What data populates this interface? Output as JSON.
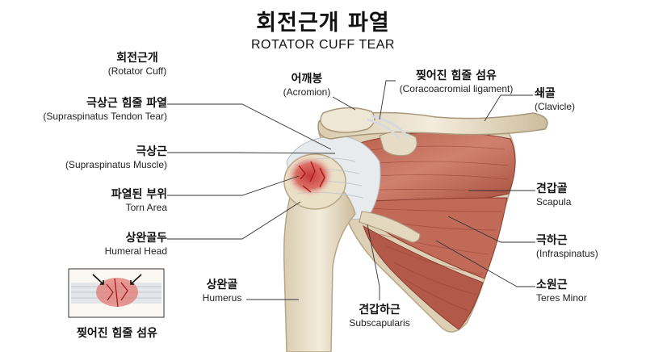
{
  "title": {
    "korean": "회전근개 파열",
    "english": "ROTATOR CUFF TEAR"
  },
  "labels": {
    "rotator_cuff": {
      "korean": "회전근개",
      "english": "(Rotator Cuff)"
    },
    "supraspinatus_tendon_tear": {
      "korean": "극상근 힘줄 파열",
      "english": "(Supraspinatus Tendon Tear)"
    },
    "supraspinatus_muscle": {
      "korean": "극상근",
      "english": "(Supraspinatus Muscle)"
    },
    "torn_area": {
      "korean": "파열된 부위",
      "english": "Torn Area"
    },
    "humeral_head": {
      "korean": "상완골두",
      "english": "Humeral Head"
    },
    "humerus": {
      "korean": "상완골",
      "english": "Humerus"
    },
    "acromion": {
      "korean": "어깨봉",
      "english": "(Acromion)"
    },
    "coracoacromial_ligament": {
      "korean": "찢어진 힘줄 섬유",
      "english": "(Coracoacromial ligament)"
    },
    "clavicle": {
      "korean": "쇄골",
      "english": "(Clavicle)"
    },
    "scapula": {
      "korean": "견갑골",
      "english": "Scapula"
    },
    "infraspinatus": {
      "korean": "극하근",
      "english": "(Infraspinatus)"
    },
    "teres_minor": {
      "korean": "소원근",
      "english": "Teres Minor"
    },
    "subscapularis": {
      "korean": "견갑하근",
      "english": "Subscapularis"
    }
  },
  "inset": {
    "caption": "찢어진 힘줄 섬유"
  },
  "colors": {
    "bone": "#ece3cf",
    "bone_shadow": "#c9b99a",
    "muscle": "#c8705e",
    "muscle_dark": "#9a4436",
    "tendon": "#e9ecef",
    "tear_red": "#b0262a",
    "leader_line": "#333333"
  }
}
